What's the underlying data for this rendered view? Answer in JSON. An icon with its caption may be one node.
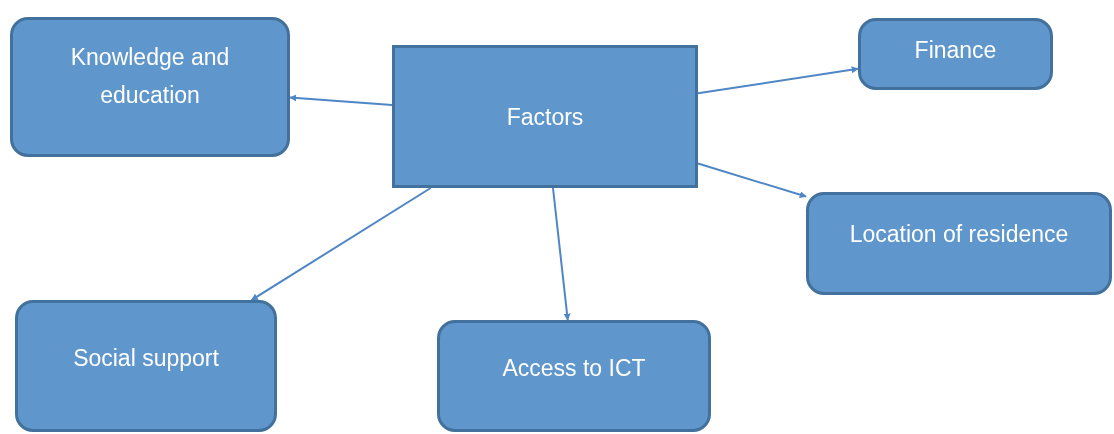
{
  "diagram": {
    "nodes": [
      {
        "text": [
          "Factors"
        ]
      },
      {
        "text": [
          "Knowledge and education"
        ]
      },
      {
        "text": [
          "Finance"
        ]
      },
      {
        "text": [
          "Location of residence"
        ]
      },
      {
        "text": [
          "Social support"
        ]
      },
      {
        "text": [
          "Access to ICT"
        ]
      }
    ],
    "edges": [
      {
        "from": 0,
        "to": 1,
        "arrow": "to"
      },
      {
        "from": 0,
        "to": 2,
        "arrow": "to"
      },
      {
        "from": 0,
        "to": 3,
        "arrow": "to"
      },
      {
        "from": 0,
        "to": 4,
        "arrow": "to"
      },
      {
        "from": 0,
        "to": 5,
        "arrow": "to"
      }
    ]
  }
}
